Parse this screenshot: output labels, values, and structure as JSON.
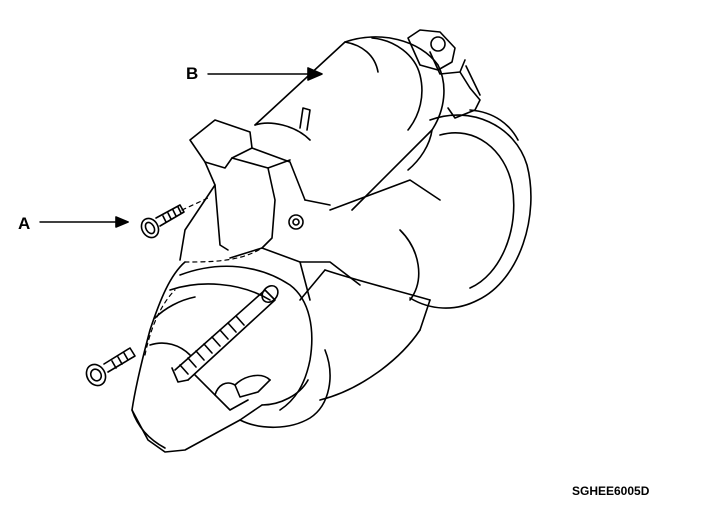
{
  "diagram": {
    "callouts": {
      "a": "A",
      "b": "B"
    },
    "figure_code": "SGHEE6005D",
    "line_color": "#000000",
    "background": "#ffffff"
  }
}
